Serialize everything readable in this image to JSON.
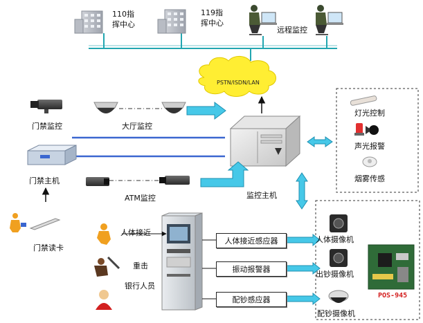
{
  "labels": {
    "center110": {
      "line1": "110指",
      "line2": "挥中心"
    },
    "center119": {
      "line1": "119指",
      "line2": "挥中心"
    },
    "remote": "远程监控",
    "network": "PSTN/ISDN/LAN",
    "access_camera": "门禁监控",
    "lobby": "大厅监控",
    "access_host": "门禁主机",
    "atm": "ATM监控",
    "host": "监控主机",
    "card_reader": "门禁读卡",
    "light_control": "灯光控制",
    "sound_light_alarm": "声光报警",
    "smoke_sensor": "烟雾传感",
    "body_approach": "人体接近",
    "impact": "重击",
    "bank_staff": "银行人员",
    "body_camera": "人体摄像机",
    "cash_out_camera": "出钞摄像机",
    "cash_dispense_camera": "配钞摄像机",
    "pos": "POS-945"
  },
  "sensors": {
    "proximity": "人体接近感应器",
    "vibration": "振动报警器",
    "cash": "配钞感应器"
  },
  "colors": {
    "bus": "#22a6b0",
    "link": "#3a66d0",
    "arrow": "#46c8e8",
    "cloud": "#ffee33"
  }
}
